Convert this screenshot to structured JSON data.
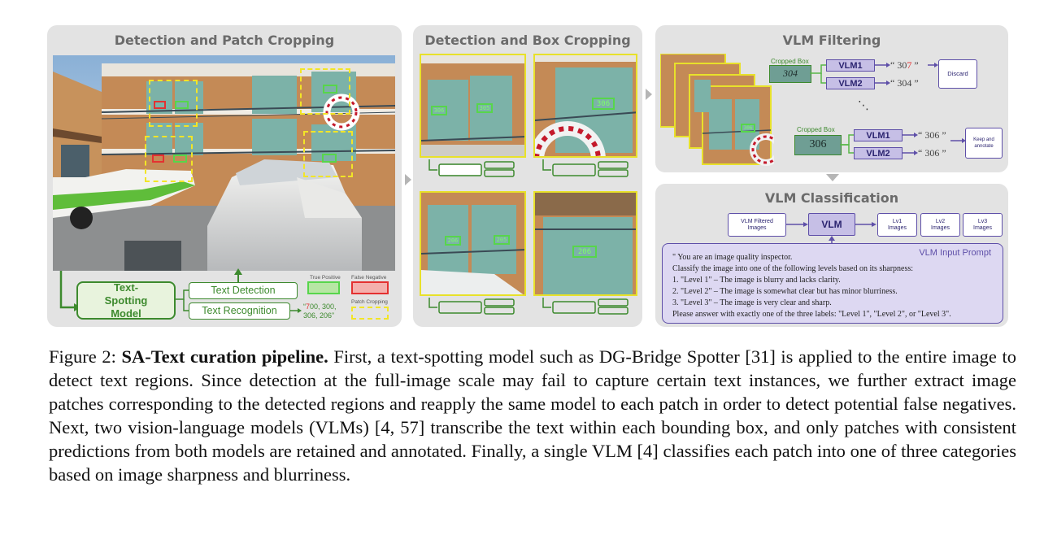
{
  "panels": {
    "p1_title": "Detection and Patch Cropping",
    "p2_title": "Detection and Box Cropping",
    "p3_title": "VLM Filtering",
    "p4_title": "VLM Classification"
  },
  "p1": {
    "model": "Text-Spotting Model",
    "detection": "Text Detection",
    "recognition": "Text Recognition",
    "result_prefix": "“",
    "result_red": "7",
    "result_rest": "00, 300,",
    "result_line2": "306, 206”",
    "legend_true": "True Positive",
    "legend_false": "False Negative",
    "legend_patch": "Patch Cropping"
  },
  "p2": {
    "crop_labels": [
      "306",
      "305",
      "306",
      "206",
      "205",
      "206"
    ]
  },
  "p3": {
    "cropped_box": "Cropped Box",
    "box1_text": "304",
    "box2_text": "306",
    "vlm1": "VLM1",
    "vlm2": "VLM2",
    "pred_top_1_open": "“ 30",
    "pred_top_1_red": "7",
    "pred_top_1_close": " ”",
    "pred_top_2": "“ 304 ”",
    "pred_bot_1": "“ 306 ”",
    "pred_bot_2": "“ 306 ”",
    "discard": "Discard",
    "keep": "Keep and annotate",
    "dots": "⋱"
  },
  "p4": {
    "filtered": "VLM Filtered Images",
    "vlm": "VLM",
    "lv1": "Lv1 Images",
    "lv2": "Lv2 Images",
    "lv3": "Lv3 Images",
    "prompt_title": "VLM Input Prompt",
    "prompt_lines": [
      "\" You are an image quality inspector.",
      "Classify the image into one of the following levels based on its sharpness:",
      "1. \"Level 1\" – The image is blurry and lacks clarity.",
      "2. \"Level 2\" – The image is somewhat clear but has minor blurriness.",
      "3. \"Level 3\" – The image is very clear and sharp.",
      "Please answer with exactly one of the three labels: \"Level 1\", \"Level 2\", or \"Level 3\"."
    ]
  },
  "caption": {
    "label": "Figure 2: ",
    "bold": "SA-Text curation pipeline.",
    "body": " First, a text-spotting model such as DG-Bridge Spotter [31] is applied to the entire image to detect text regions. Since detection at the full-image scale may fail to capture certain text instances, we further extract image patches corresponding to the detected regions and reapply the same model to each patch in order to detect potential false negatives. Next, two vision-language models (VLMs) [4, 57] transcribe the text within each bounding box, and only patches with consistent predictions from both models are retained and annotated. Finally, a single VLM [4] classifies each patch into one of three categories based on image sharpness and blurriness."
  },
  "colors": {
    "panel_bg": "#e3e3e3",
    "green_box": "#57d64b",
    "red_box": "#e43131",
    "yellow_dash": "#f2e527",
    "vlm_purple": "#c6bfe6",
    "model_green": "#e8f3dd"
  }
}
